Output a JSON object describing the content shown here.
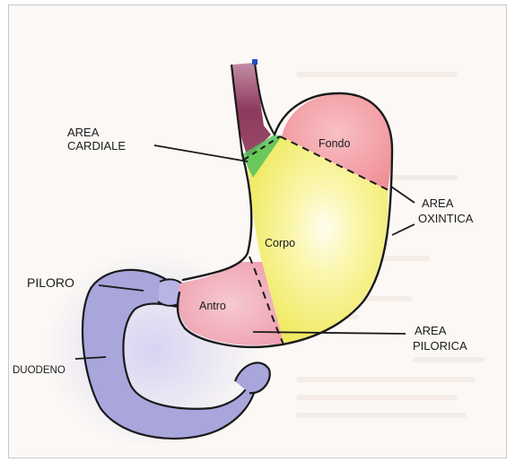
{
  "labels": {
    "cardiale_1": "AREA",
    "cardiale_2": "CARDIALE",
    "fondo": "Fondo",
    "oxintica_1": "AREA",
    "oxintica_2": "OXINTICA",
    "corpo": "Corpo",
    "piloro": "PILORO",
    "antro": "Antro",
    "pilorica_1": "AREA",
    "pilorica_2": "PILORICA",
    "duodeno": "DUODENO"
  },
  "colors": {
    "esophagus": "#8e3a5e",
    "cardiac_zone": "#54c25a",
    "fundus": "#f49aa0",
    "body": "#f3ef6e",
    "body_center": "#fffbe8",
    "antrum": "#f2a8b6",
    "duodenum": "#a9a6dc",
    "outline": "#1a1a1a"
  }
}
